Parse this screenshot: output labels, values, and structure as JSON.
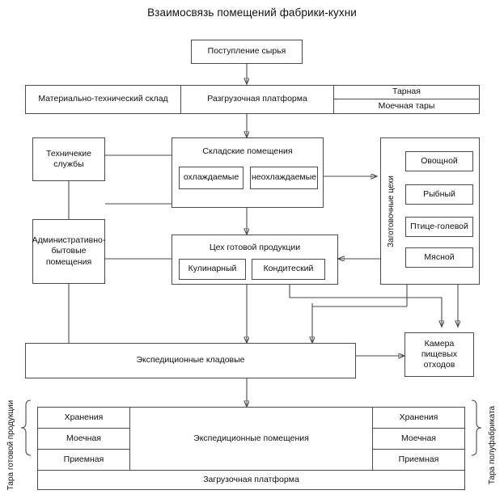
{
  "title": "Взаимосвязь помещений фабрики-кухни",
  "nodes": {
    "raw_intake": "Поступление сырья",
    "material_warehouse": "Материально-технический склад",
    "unloading_platform": "Разгрузочная платформа",
    "container": "Тарная",
    "container_wash": "Моечная тары",
    "technical_services": "Техничекие службы",
    "admin_household": "Административно-бытовые помещения",
    "storage_rooms": "Складские помещения",
    "storage_cooled": "охлаждаемые",
    "storage_uncooled": "неохлаждаемые",
    "finished_shop": "Цех готовой продукции",
    "finished_culinary": "Кулинарный",
    "finished_confection": "Кондитеский",
    "prep_shops_label": "Заготовочные цехи",
    "prep_vegetable": "Овощной",
    "prep_fish": "Рыбный",
    "prep_poultry": "Птице-голевой",
    "prep_meat": "Мясной",
    "food_waste_chamber": "Камера пищевых отходов",
    "expedition_storerooms": "Экспедиционные кладовые",
    "expedition_rooms": "Экспедиционные помещения",
    "loading_platform": "Загрузочная платформа",
    "left_storage": "Хранения",
    "left_wash": "Моечная",
    "left_reception": "Приемная",
    "right_storage": "Хранения",
    "right_wash": "Моечная",
    "right_reception": "Приемная"
  },
  "side_labels": {
    "left": "Тара готовой продукции",
    "right": "Тара полуфабриката"
  },
  "colors": {
    "stroke": "#4a4a4a",
    "background": "#ffffff",
    "text": "#111111"
  }
}
